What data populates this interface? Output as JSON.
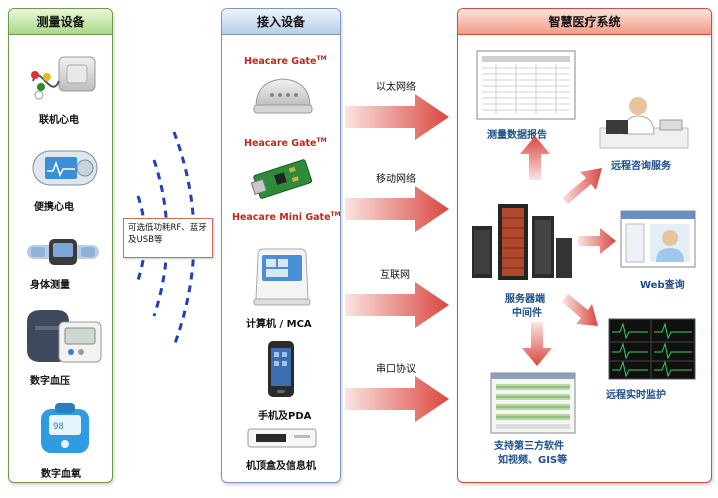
{
  "panels": {
    "measure": {
      "title": "测量设备"
    },
    "access": {
      "title": "接入设备"
    },
    "system": {
      "title": "智慧医疗系统"
    }
  },
  "measure_devices": [
    {
      "label": "联机心电",
      "icon": "ecg-device-icon"
    },
    {
      "label": "便携心电",
      "icon": "portable-ecg-icon"
    },
    {
      "label": "身体测量",
      "icon": "body-sensor-icon"
    },
    {
      "label": "数字血压",
      "icon": "blood-pressure-icon"
    },
    {
      "label": "数字血氧",
      "icon": "oximeter-icon"
    }
  ],
  "wireless_note": "可选低功耗RF、蓝牙及USB等",
  "access_devices": {
    "gate1": {
      "name": "Heacare Gate",
      "tm": "TM"
    },
    "gate2": {
      "name": "Heacare Gate",
      "tm": "TM"
    },
    "gate_mini": {
      "name": "Heacare Mini Gate",
      "tm": "TM"
    },
    "computer": "计算机 / MCA",
    "phone": "手机及PDA",
    "settop": "机顶盒及信息机"
  },
  "networks": [
    "以太网络",
    "移动网络",
    "互联网",
    "串口协议"
  ],
  "system": {
    "report": "测量数据报告",
    "consult": "远程咨询服务",
    "server_line1": "服务器端",
    "server_line2": "中间件",
    "web": "Web查询",
    "monitor": "远程实时监护",
    "third_line1": "支持第三方软件",
    "third_line2": "如视频、GIS等"
  },
  "colors": {
    "arrow": "#d9534f",
    "measure_border": "#6b9a4a",
    "access_border": "#7a98c2",
    "system_border": "#d64a3a",
    "gate_text": "#c0281c",
    "system_label": "#1e4e8c",
    "wave": "#1f3fbf"
  }
}
